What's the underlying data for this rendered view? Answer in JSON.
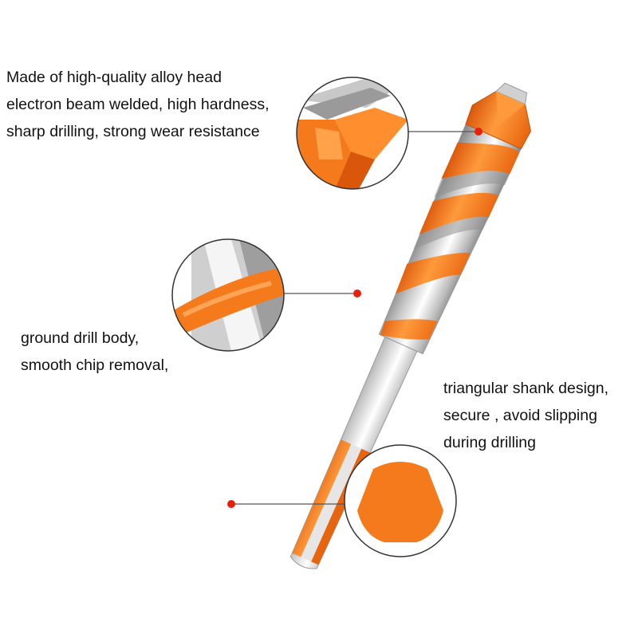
{
  "callouts": {
    "head": {
      "lines": [
        "Made of high-quality alloy head",
        "electron beam welded, high hardness,",
        "sharp drilling, strong wear resistance"
      ]
    },
    "body": {
      "lines": [
        "ground drill body,",
        "smooth chip removal,"
      ]
    },
    "shank": {
      "lines": [
        "triangular shank design,",
        "secure , avoid slipping",
        "during drilling"
      ]
    }
  },
  "colors": {
    "orange": "#f57a1c",
    "orange_dark": "#d9560a",
    "orange_light": "#ffa24a",
    "steel_light": "#f2f2f2",
    "steel_mid": "#c4c4c4",
    "steel_dark": "#8e8e8e",
    "callout_line": "#555555",
    "marker_red": "#e8200a"
  }
}
